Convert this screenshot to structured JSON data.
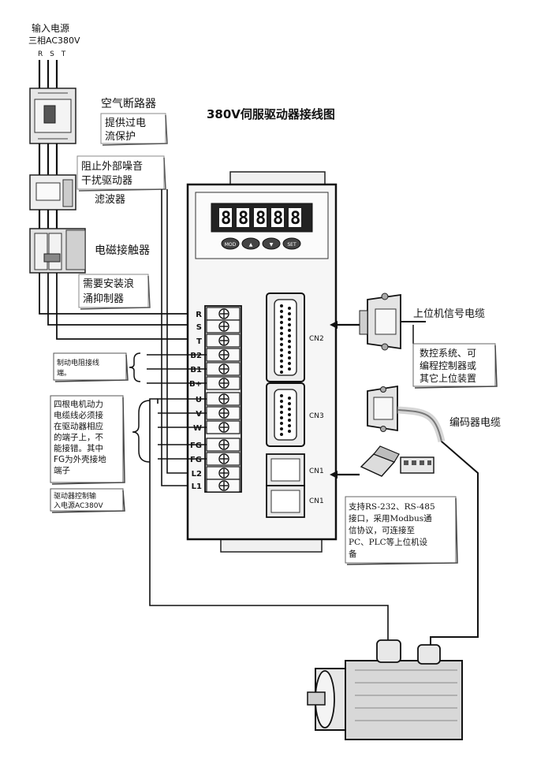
{
  "title": "380V伺服驱动器接线图",
  "input_power": {
    "line1": "输入电源",
    "line2": "三相AC380V",
    "phases": "R S T"
  },
  "breaker": {
    "name": "空气断路器",
    "desc_line1": "提供过电",
    "desc_line2": "流保护"
  },
  "filter": {
    "desc_line1": "阻止外部噪音",
    "desc_line2": "干扰驱动器",
    "name": "滤波器"
  },
  "contactor": {
    "name": "电磁接触器",
    "desc_line1": "需要安装浪",
    "desc_line2": "涌抑制器"
  },
  "display": {
    "digits": [
      "8",
      "8",
      "8",
      "8",
      "8"
    ],
    "buttons": [
      "MOD",
      "▲",
      "▼",
      "SET"
    ]
  },
  "terminals": [
    "R",
    "S",
    "T",
    "B2",
    "B1",
    "B+",
    "U",
    "V",
    "W",
    "FG",
    "FG",
    "L2",
    "L1"
  ],
  "connectors": {
    "cn2": "CN2",
    "cn3": "CN3",
    "cn1a": "CN1",
    "cn1b": "CN1"
  },
  "notes": {
    "brake": [
      "制动电阻接线",
      "端。"
    ],
    "motor": [
      "四根电机动力",
      "电缆线必须接",
      "在驱动器相应",
      "的端子上，不",
      "能接错。其中",
      "FG为外壳接地",
      "端子"
    ],
    "control_power": [
      "驱动器控制输",
      "入电源AC380V"
    ],
    "comm": [
      "支持RS-232、RS-485",
      "接口，采用Modbus通",
      "信协议，可连接至",
      "PC、PLC等上位机设",
      "备"
    ]
  },
  "host": {
    "cable": "上位机信号电缆",
    "devices": [
      "数控系统、可",
      "编程控制器或",
      "其它上位装置"
    ]
  },
  "encoder": {
    "cable": "编码器电缆"
  }
}
